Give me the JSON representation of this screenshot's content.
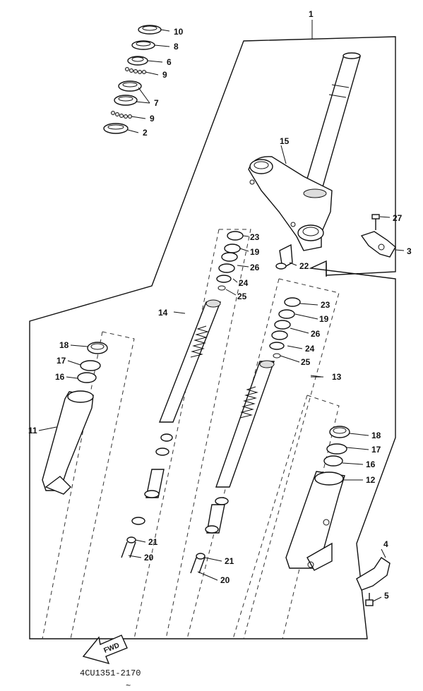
{
  "callouts": {
    "c1": "1",
    "c2": "2",
    "c3": "3",
    "c4": "4",
    "c5": "5",
    "c6": "6",
    "c7": "7",
    "c8": "8",
    "c9a": "9",
    "c9b": "9",
    "c10": "10",
    "c11": "11",
    "c12": "12",
    "c13": "13",
    "c14": "14",
    "c15": "15",
    "c16a": "16",
    "c16b": "16",
    "c17a": "17",
    "c17b": "17",
    "c18a": "18",
    "c18b": "18",
    "c19a": "19",
    "c19b": "19",
    "c20a": "20",
    "c20b": "20",
    "c21a": "21",
    "c21b": "21",
    "c22": "22",
    "c23a": "23",
    "c23b": "23",
    "c24a": "24",
    "c24b": "24",
    "c25a": "25",
    "c25b": "25",
    "c26a": "26",
    "c26b": "26",
    "c27": "27"
  },
  "fwd_label": "FWD",
  "diagram_code": "4CU1351-2170"
}
